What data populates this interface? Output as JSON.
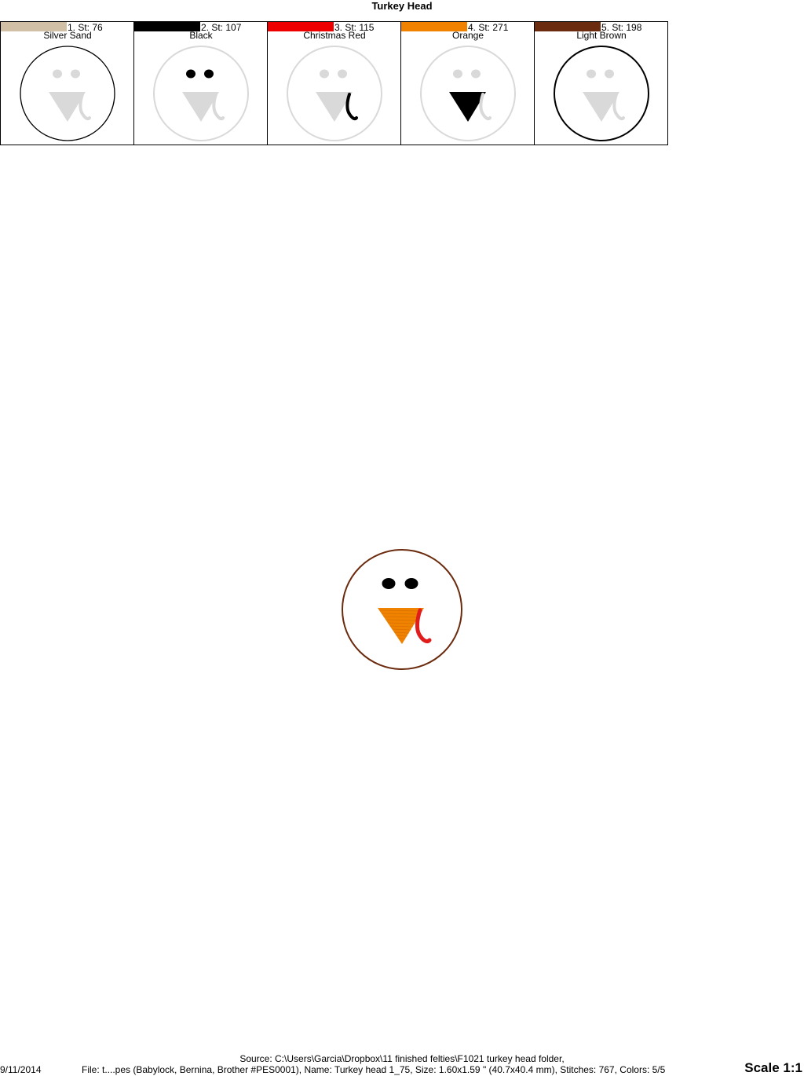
{
  "title": "Turkey Head",
  "colors": [
    {
      "step": "1. St: 76",
      "name": "Silver Sand",
      "swatch": "#d2c0a6"
    },
    {
      "step": "2. St: 107",
      "name": "Black",
      "swatch": "#000000"
    },
    {
      "step": "3. St: 115",
      "name": "Christmas Red",
      "swatch": "#ee0000"
    },
    {
      "step": "4. St: 271",
      "name": "Orange",
      "swatch": "#f08200"
    },
    {
      "step": "5. St: 198",
      "name": "Light Brown",
      "swatch": "#6b2b0e"
    }
  ],
  "palette": {
    "ghost": "#d9d9d9",
    "outline": "#6b2b0e",
    "eyes": "#000000",
    "beak": "#f08200",
    "wattle": "#e21b1b"
  },
  "footer": {
    "source": "Source: C:\\Users\\Garcia\\Dropbox\\11 finished felties\\F1021 turkey head folder,",
    "date": "9/11/2014",
    "file": "File: t....pes (Babylock, Bernina, Brother #PES0001), Name: Turkey head 1_75, Size: 1.60x1.59 \" (40.7x40.4 mm), Stitches: 767, Colors: 5/5",
    "scale": "Scale 1:1"
  }
}
